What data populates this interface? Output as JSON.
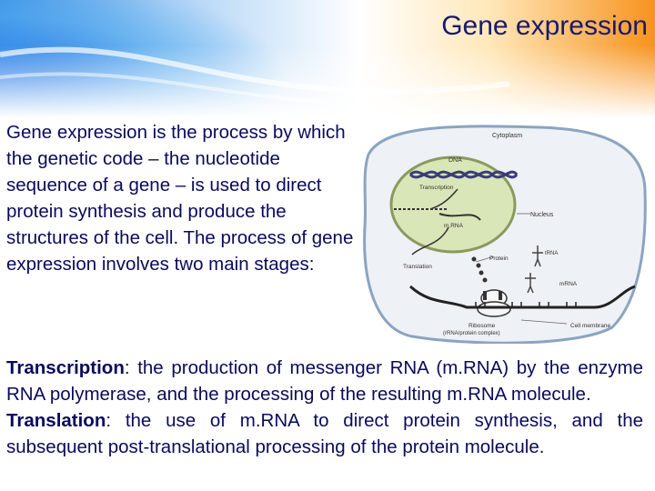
{
  "slide": {
    "title": "Gene expression",
    "intro": "Gene expression is the process by which the genetic code – the nucleotide sequence of a gene – is used to direct protein synthesis and produce the structures of the cell. The process of gene expression involves two main stages:",
    "stages": [
      {
        "term": "Transcription",
        "rest": ": the production of messenger RNA (m.RNA) by the enzyme RNA polymerase, and the processing of the resulting m.RNA molecule."
      },
      {
        "term": "Translation",
        "rest": ": the use of m.RNA to direct protein synthesis, and the subsequent post-translational processing of the protein molecule."
      }
    ]
  },
  "figure": {
    "labels": {
      "cytoplasm": "Cytoplasm",
      "dna": "DNA",
      "transcription": "Transcription",
      "mrna_nucleus": "m.RNA",
      "nucleus": "Nucleus",
      "trna": "tRNA",
      "protein": "Protein",
      "translation": "Translation",
      "mrna_cytoplasm": "mRNA",
      "ribosome_1": "Ribosome",
      "ribosome_2": "(rRNA/protein complex)",
      "cell_membrane": "Cell membrane"
    },
    "colors": {
      "cell_fill": "#eef1f5",
      "cell_border": "#8aa4c2",
      "nucleus_fill": "#d9e6b8",
      "nucleus_border": "#8a9a5e"
    }
  }
}
